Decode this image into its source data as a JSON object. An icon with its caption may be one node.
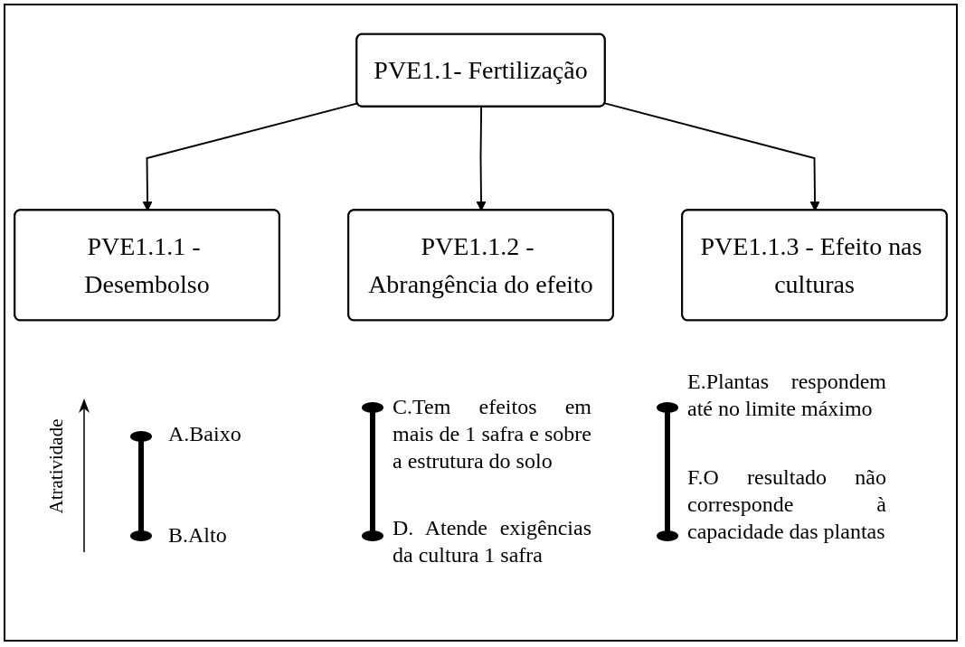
{
  "diagram": {
    "nodes": [
      {
        "text": [
          "PVE1.1- Fertilização"
        ]
      },
      {
        "text": [
          "PVE1.1.1 - Desembolso"
        ]
      },
      {
        "text": [
          "PVE1.1.2 - Abrangência do efeito"
        ]
      },
      {
        "text": [
          "PVE1.1.3 - Efeito nas culturas"
        ]
      }
    ],
    "edges": [
      {
        "from": 0,
        "to": 1,
        "arrow": "to"
      },
      {
        "from": 0,
        "to": 2,
        "arrow": "to"
      },
      {
        "from": 0,
        "to": 3,
        "arrow": "to"
      }
    ],
    "labels": [
      "Atratividade",
      "A.Baixo",
      "B.Alto",
      "C.Tem efeitos em mais de 1 safra e sobre a estrutura do solo",
      "D. Atende exigências da cultura 1 safra",
      "E.Plantas respondem até no limite máximo",
      "F.O resultado não corresponde à capacidade das plantas"
    ]
  }
}
